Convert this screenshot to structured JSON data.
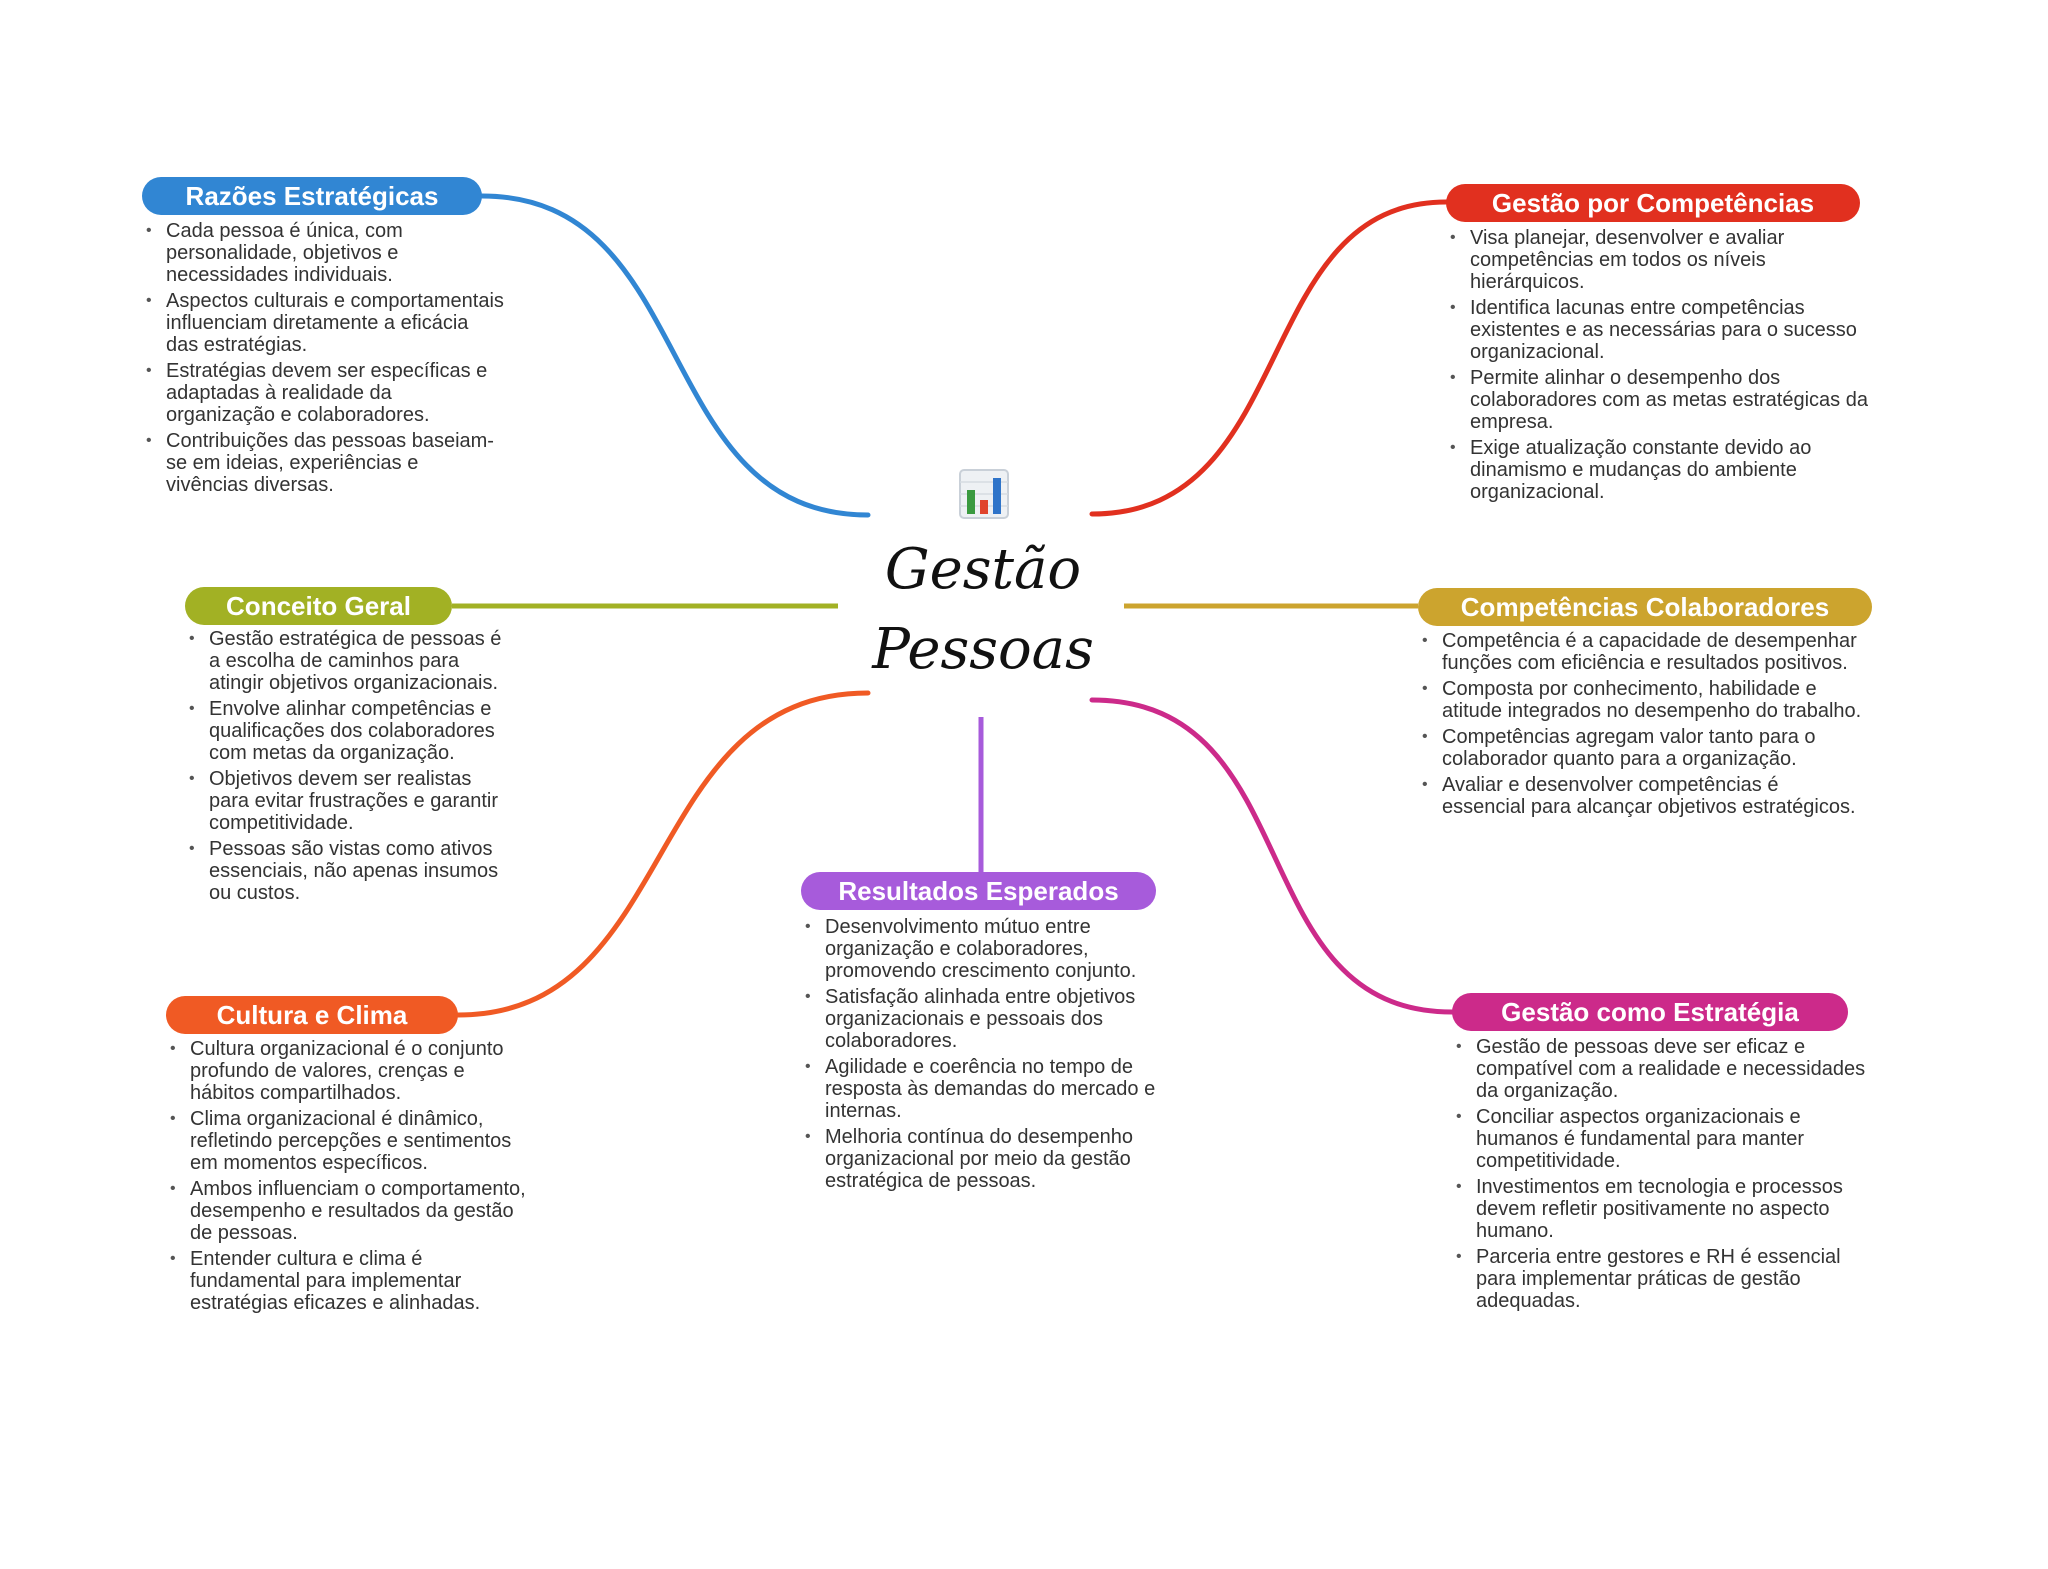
{
  "center": {
    "title": "Gestão Pessoas",
    "icon": "bar-chart-icon"
  },
  "branches": [
    {
      "id": "razoes",
      "title": "Razões Estratégicas",
      "color": "#3186d3",
      "items": [
        "Cada pessoa é única, com personalidade, objetivos e necessidades individuais.",
        "Aspectos culturais e comportamentais influenciam diretamente a eficácia das estratégias.",
        "Estratégias devem ser específicas e adaptadas à realidade da organização e colaboradores.",
        "Contribuições das pessoas baseiam-se em ideias, experiências e vivências diversas."
      ]
    },
    {
      "id": "conceito",
      "title": "Conceito Geral",
      "color": "#a2b124",
      "items": [
        "Gestão estratégica de pessoas é a escolha de caminhos para atingir objetivos organizacionais.",
        "Envolve alinhar competências e qualificações dos colaboradores com metas da organização.",
        "Objetivos devem ser realistas para evitar frustrações e garantir competitividade.",
        "Pessoas são vistas como ativos essenciais, não apenas insumos ou custos."
      ]
    },
    {
      "id": "cultura",
      "title": "Cultura e Clima",
      "color": "#f05a24",
      "items": [
        "Cultura organizacional é o conjunto profundo de valores, crenças e hábitos compartilhados.",
        "Clima organizacional é dinâmico, refletindo percepções e sentimentos em momentos específicos.",
        "Ambos influenciam o comportamento, desempenho e resultados da gestão de pessoas.",
        "Entender cultura e clima é fundamental para implementar estratégias eficazes e alinhadas."
      ]
    },
    {
      "id": "resultados",
      "title": "Resultados Esperados",
      "color": "#a75bdb",
      "items": [
        "Desenvolvimento mútuo entre organização e colaboradores, promovendo crescimento conjunto.",
        "Satisfação alinhada entre objetivos organizacionais e pessoais dos colaboradores.",
        "Agilidade e coerência no tempo de resposta às demandas do mercado e internas.",
        "Melhoria contínua do desempenho organizacional por meio da gestão estratégica de pessoas."
      ]
    },
    {
      "id": "competencias-gestao",
      "title": "Gestão por Competências",
      "color": "#e1301f",
      "items": [
        "Visa planejar, desenvolver e avaliar competências em todos os níveis hierárquicos.",
        "Identifica lacunas entre competências existentes e as necessárias para o sucesso organizacional.",
        "Permite alinhar o desempenho dos colaboradores com as metas estratégicas da empresa.",
        "Exige atualização constante devido ao dinamismo e mudanças do ambiente organizacional."
      ]
    },
    {
      "id": "competencias-colab",
      "title": "Competências Colaboradores",
      "color": "#cca42e",
      "items": [
        "Competência é a capacidade de desempenhar funções com eficiência e resultados positivos.",
        "Composta por conhecimento, habilidade e atitude integrados no desempenho do trabalho.",
        "Competências agregam valor tanto para o colaborador quanto para a organização.",
        "Avaliar e desenvolver competências é essencial para alcançar objetivos estratégicos."
      ]
    },
    {
      "id": "estrategia",
      "title": "Gestão como Estratégia",
      "color": "#cc2a8a",
      "items": [
        "Gestão de pessoas deve ser eficaz e compatível com a realidade e necessidades da organização.",
        "Conciliar aspectos organizacionais e humanos é fundamental para manter competitividade.",
        "Investimentos em tecnologia e processos devem refletir positivamente no aspecto humano.",
        "Parceria entre gestores e RH é essencial para implementar práticas de gestão adequadas."
      ]
    }
  ]
}
